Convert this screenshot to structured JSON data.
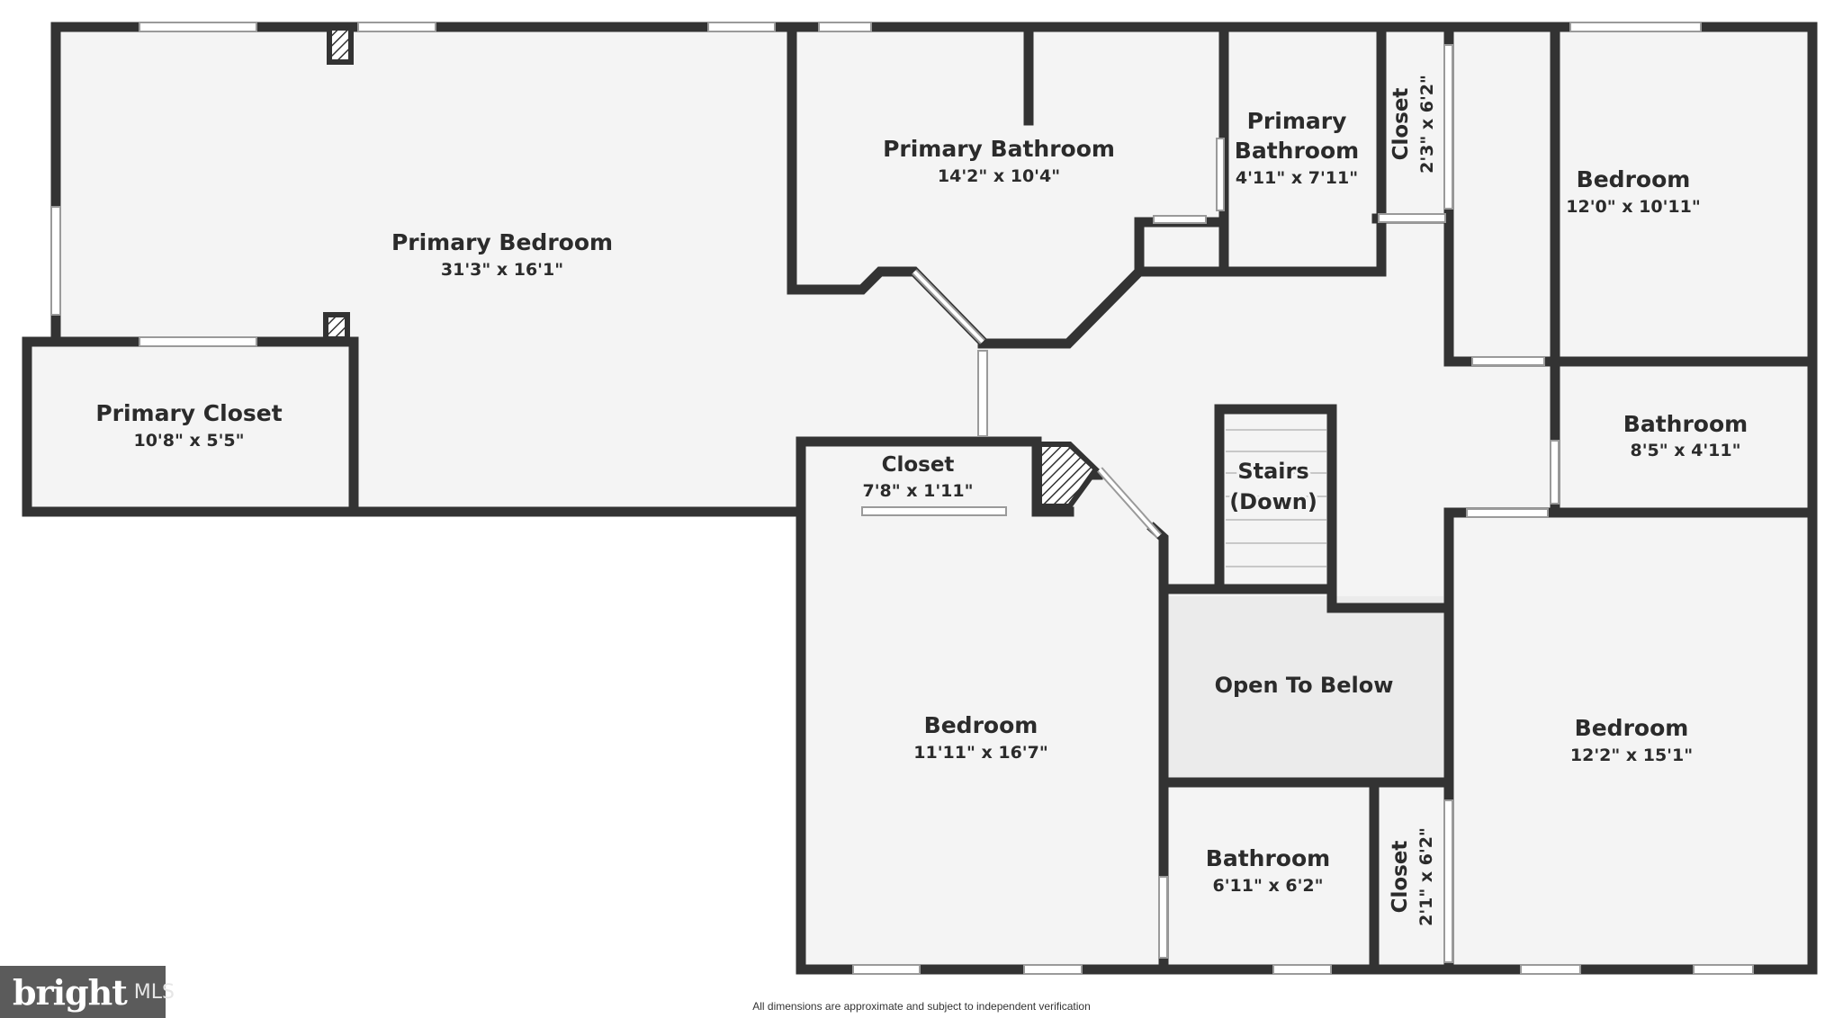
{
  "rooms": {
    "primary_bedroom": {
      "name": "Primary Bedroom",
      "dim": "31'3\" x 16'1\""
    },
    "primary_closet": {
      "name": "Primary Closet",
      "dim": "10'8\" x 5'5\""
    },
    "primary_bathroom_a": {
      "name": "Primary Bathroom",
      "dim": "14'2\" x 10'4\""
    },
    "primary_bathroom_b": {
      "name_1": "Primary",
      "name_2": "Bathroom",
      "dim": "4'11\" x 7'11\""
    },
    "closet_top": {
      "name": "Closet",
      "dim": "2'3\" x 6'2\""
    },
    "bedroom_ne": {
      "name": "Bedroom",
      "dim": "12'0\" x 10'11\""
    },
    "bathroom_e": {
      "name": "Bathroom",
      "dim": "8'5\" x 4'11\""
    },
    "stairs": {
      "name_1": "Stairs",
      "name_2": "(Down)"
    },
    "closet_mid": {
      "name": "Closet",
      "dim": "7'8\" x 1'11\""
    },
    "open_to_below": {
      "name": "Open To Below"
    },
    "bedroom_s": {
      "name": "Bedroom",
      "dim": "11'11\" x 16'7\""
    },
    "bedroom_se": {
      "name": "Bedroom",
      "dim": "12'2\" x 15'1\""
    },
    "bathroom_s": {
      "name": "Bathroom",
      "dim": "6'11\" x 6'2\""
    },
    "closet_bottom": {
      "name": "Closet",
      "dim": "2'1\" x 6'2\""
    }
  },
  "footer": {
    "logo_brand": "bright",
    "logo_suffix": "MLS",
    "disclaimer": "All dimensions are approximate and subject to independent verification"
  },
  "colors": {
    "wall": "#333333",
    "floor": "#f4f4f4",
    "open_area": "#ebebeb",
    "window": "#ffffff"
  }
}
